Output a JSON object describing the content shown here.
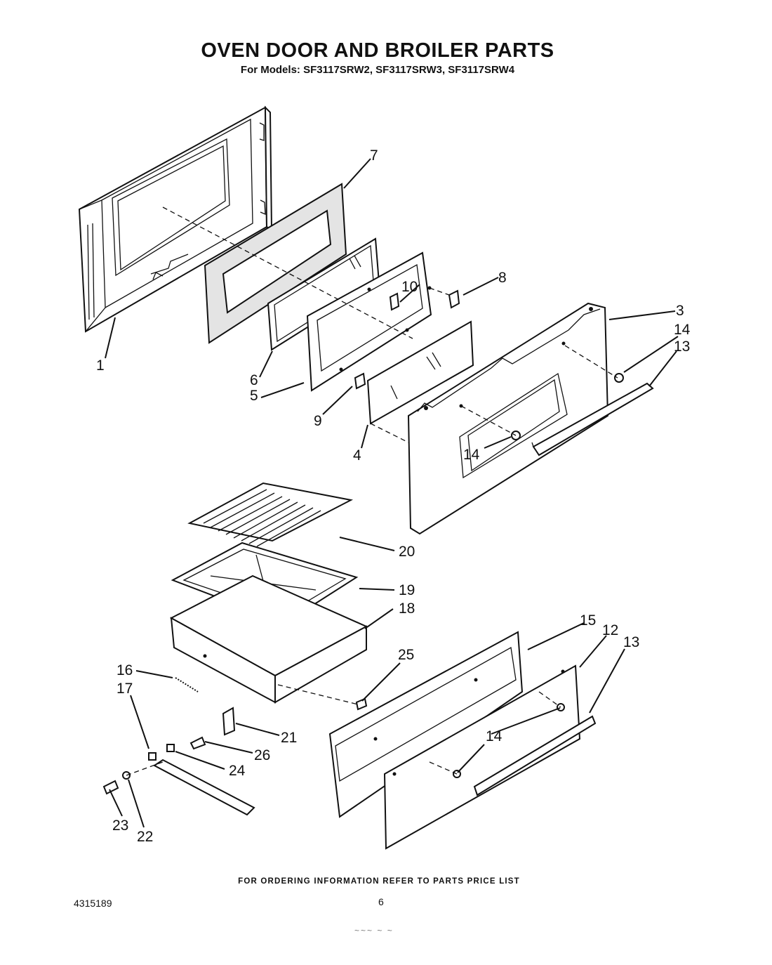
{
  "header": {
    "title": "OVEN DOOR AND BROILER PARTS",
    "subtitle": "For Models: SF3117SRW2, SF3117SRW3, SF3117SRW4"
  },
  "footer": {
    "ordering_note": "FOR ORDERING INFORMATION REFER TO PARTS PRICE LIST",
    "document_number": "4315189",
    "page_number": "6",
    "handwritten_note": "~~~ ~ ~"
  },
  "callouts": {
    "c1": "1",
    "c3": "3",
    "c4": "4",
    "c5": "5",
    "c6": "6",
    "c7": "7",
    "c8": "8",
    "c9": "9",
    "c10": "10",
    "c12": "12",
    "c13a": "13",
    "c13b": "13",
    "c14a": "14",
    "c14b": "14",
    "c14c": "14",
    "c15": "15",
    "c16": "16",
    "c17": "17",
    "c18": "18",
    "c19": "19",
    "c20": "20",
    "c21": "21",
    "c22": "22",
    "c23": "23",
    "c24": "24",
    "c25": "25",
    "c26": "26"
  }
}
